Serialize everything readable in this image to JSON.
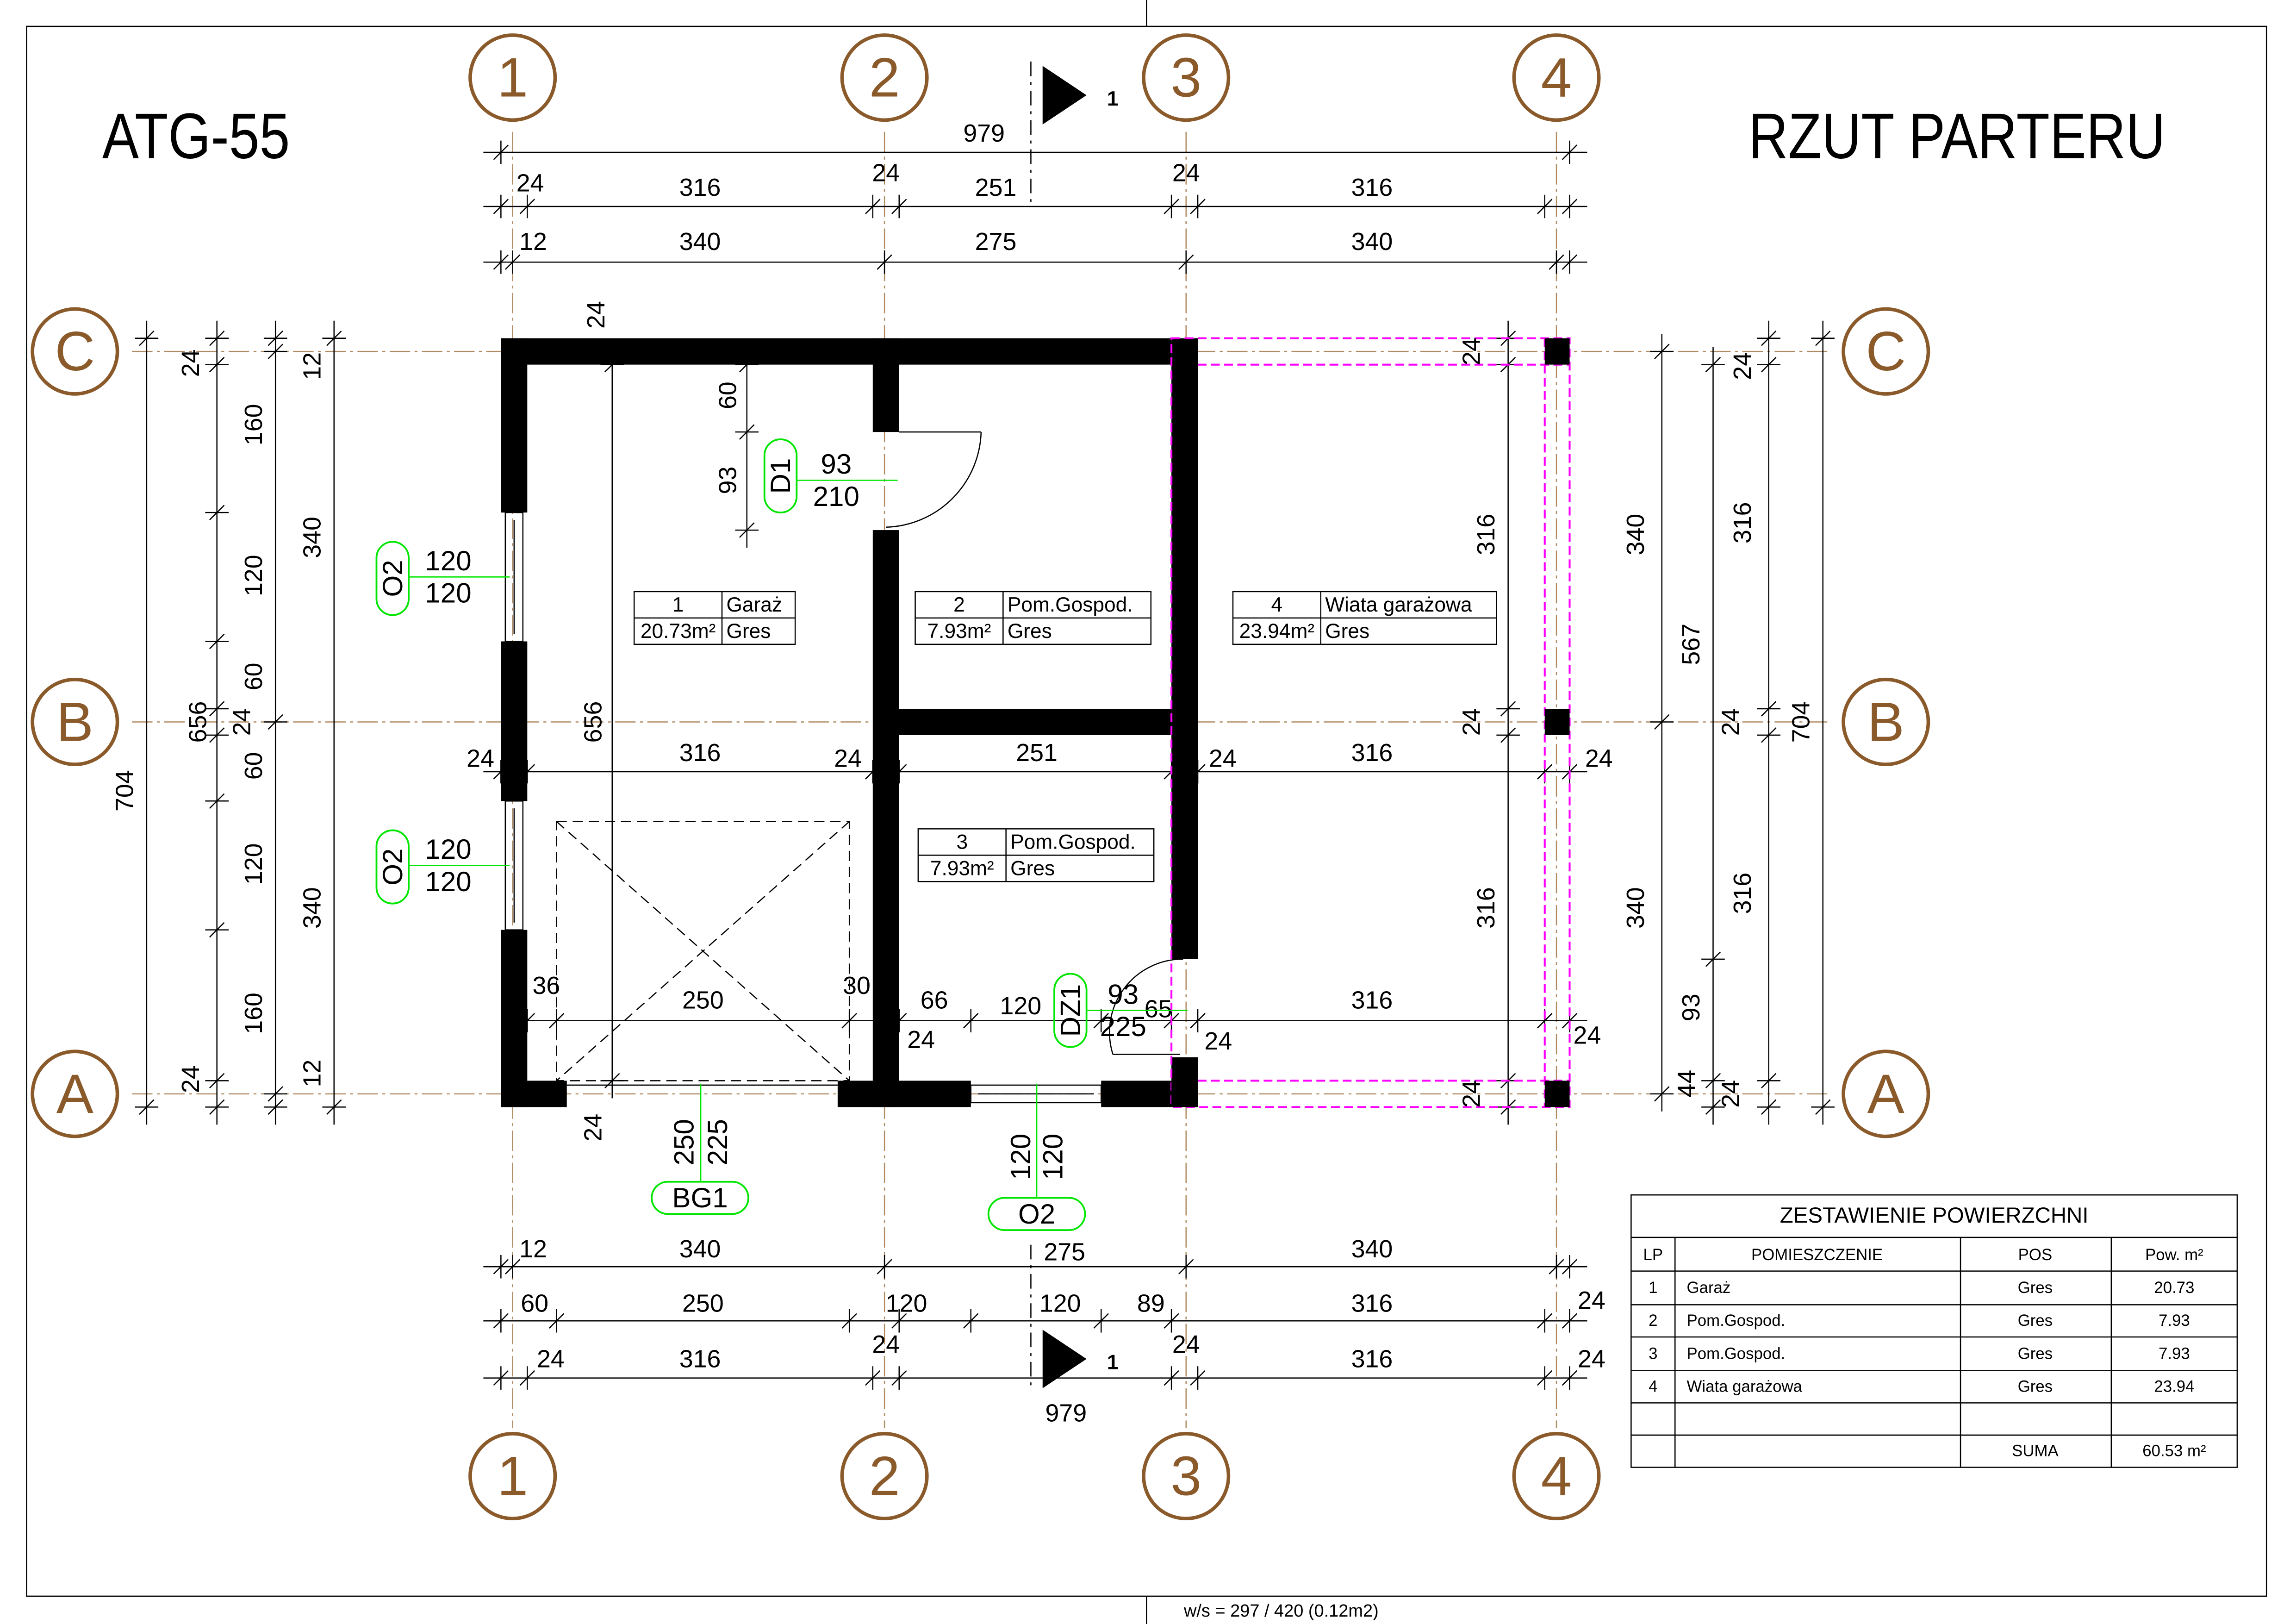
{
  "title_left": "ATG-55",
  "title_right": "RZUT PARTERU",
  "axes": {
    "columns": [
      "1",
      "2",
      "3",
      "4"
    ],
    "rows": [
      "C",
      "B",
      "A"
    ]
  },
  "section_mark": "1",
  "dims": {
    "top_total": "979",
    "top_row2": [
      "24",
      "316",
      "24",
      "251",
      "24",
      "316"
    ],
    "top_row3": [
      "12",
      "340",
      "275",
      "340"
    ],
    "bottom_row1": [
      "12",
      "340",
      "275",
      "340"
    ],
    "bottom_row2": [
      "60",
      "250",
      "120",
      "120",
      "89",
      "316",
      "24"
    ],
    "bottom_row3": [
      "24",
      "316",
      "24",
      "24",
      "316",
      "24"
    ],
    "bottom_total": "979",
    "left_total": "704",
    "left_mid": [
      "24",
      "656",
      "24"
    ],
    "left_detail": [
      "160",
      "120",
      "60",
      "24",
      "60",
      "120",
      "160"
    ],
    "left_axis": [
      "12",
      "340",
      "340",
      "12"
    ],
    "right_inner": [
      "316",
      "316"
    ],
    "right_inner_small": [
      "24",
      "24",
      "24"
    ],
    "right_a": [
      "340",
      "340"
    ],
    "right_b": [
      "567",
      "93",
      "44"
    ],
    "right_c": [
      "24",
      "316",
      "24",
      "316",
      "24"
    ],
    "right_total": "704",
    "interior_mid": [
      "24",
      "316",
      "24",
      "251",
      "24",
      "316",
      "24"
    ],
    "interior_low": [
      "36",
      "250",
      "30",
      "66",
      "24",
      "120",
      "65",
      "24",
      "316",
      "24"
    ],
    "interior_other": [
      "656",
      "24",
      "60",
      "93",
      "24"
    ]
  },
  "openings": {
    "d1": {
      "tag": "D1",
      "w": "93",
      "h": "210"
    },
    "o2_left_top": {
      "tag": "O2",
      "w": "120",
      "h": "120"
    },
    "o2_left_bottom": {
      "tag": "O2",
      "w": "120",
      "h": "120"
    },
    "dz1": {
      "tag": "DZ1",
      "w": "93",
      "h": "225"
    },
    "bg1": {
      "tag": "BG1",
      "w": "250",
      "h": "225"
    },
    "o2_bottom": {
      "tag": "O2",
      "w": "120",
      "h": "120"
    }
  },
  "rooms": [
    {
      "no": "1",
      "name": "Garaż",
      "area": "20.73m²",
      "floor": "Gres"
    },
    {
      "no": "2",
      "name": "Pom.Gospod.",
      "area": "7.93m²",
      "floor": "Gres"
    },
    {
      "no": "3",
      "name": "Pom.Gospod.",
      "area": "7.93m²",
      "floor": "Gres"
    },
    {
      "no": "4",
      "name": "Wiata garażowa",
      "area": "23.94m²",
      "floor": "Gres"
    }
  ],
  "table": {
    "title": "ZESTAWIENIE POWIERZCHNI",
    "headers": [
      "LP",
      "POMIESZCZENIE",
      "POS",
      "Pow. m²"
    ],
    "rows": [
      [
        "1",
        "Garaż",
        "Gres",
        "20.73"
      ],
      [
        "2",
        "Pom.Gospod.",
        "Gres",
        "7.93"
      ],
      [
        "3",
        "Pom.Gospod.",
        "Gres",
        "7.93"
      ],
      [
        "4",
        "Wiata garażowa",
        "Gres",
        "23.94"
      ]
    ],
    "sum_label": "SUMA",
    "sum_value": "60.53 m²"
  },
  "footer": "w/s = 297 / 420 (0.12m2)",
  "colors": {
    "axis": "#8b5a2b",
    "opening_tag": "#00e600",
    "carport": "#ff00ff"
  }
}
